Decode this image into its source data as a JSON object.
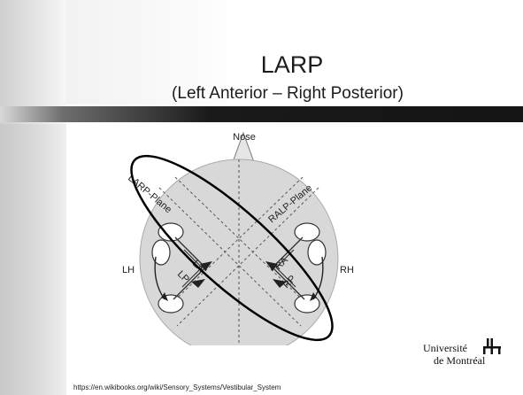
{
  "slide": {
    "title": "LARP",
    "subtitle": "(Left Anterior – Right Posterior)",
    "source": "https://en.wikibooks.org/wiki/Sensory_Systems/Vestibular_System"
  },
  "diagram": {
    "nose_label": "Nose",
    "larp_plane_label": "LARP-Plane",
    "ralp_plane_label": "RALP-Plane",
    "lh_label": "LH",
    "rh_label": "RH",
    "la_label": "LA",
    "lp_label": "LP",
    "ra_label": "RA",
    "rp_label": "RP"
  },
  "logo": {
    "line1": "Université",
    "line2": "de Montréal"
  },
  "colors": {
    "title_band": "#141414",
    "highlight_ellipse": "#000000",
    "head_fill": "#d8d8d8"
  }
}
